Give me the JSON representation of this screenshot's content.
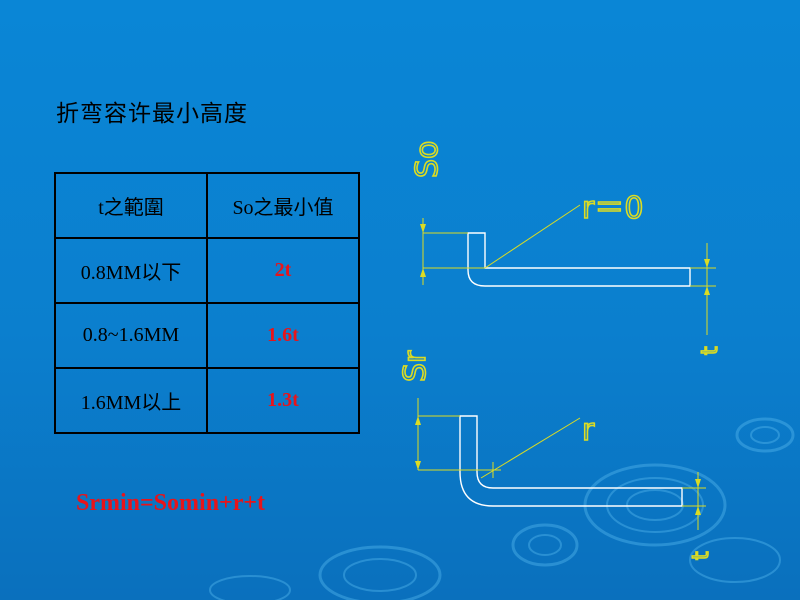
{
  "title": "折弯容许最小高度",
  "table": {
    "headers": [
      "t之範圍",
      "So之最小值"
    ],
    "rows": [
      {
        "range": "0.8MM以下",
        "value": "2t"
      },
      {
        "range": "0.8~1.6MM",
        "value": "1.6t"
      },
      {
        "range": "1.6MM以上",
        "value": "1.3t"
      }
    ]
  },
  "formula": "Srmin=Somin+r+t",
  "diagram_top": {
    "height_label": "So",
    "radius_label": "r＝0",
    "thickness_label": "t"
  },
  "diagram_bottom": {
    "height_label": "Sr",
    "radius_label": "r",
    "thickness_label": "t"
  },
  "colors": {
    "background": "#0a86d6",
    "cad_line": "#dcdc22",
    "part_outline": "#ffffff",
    "highlight": "#e8141a"
  }
}
